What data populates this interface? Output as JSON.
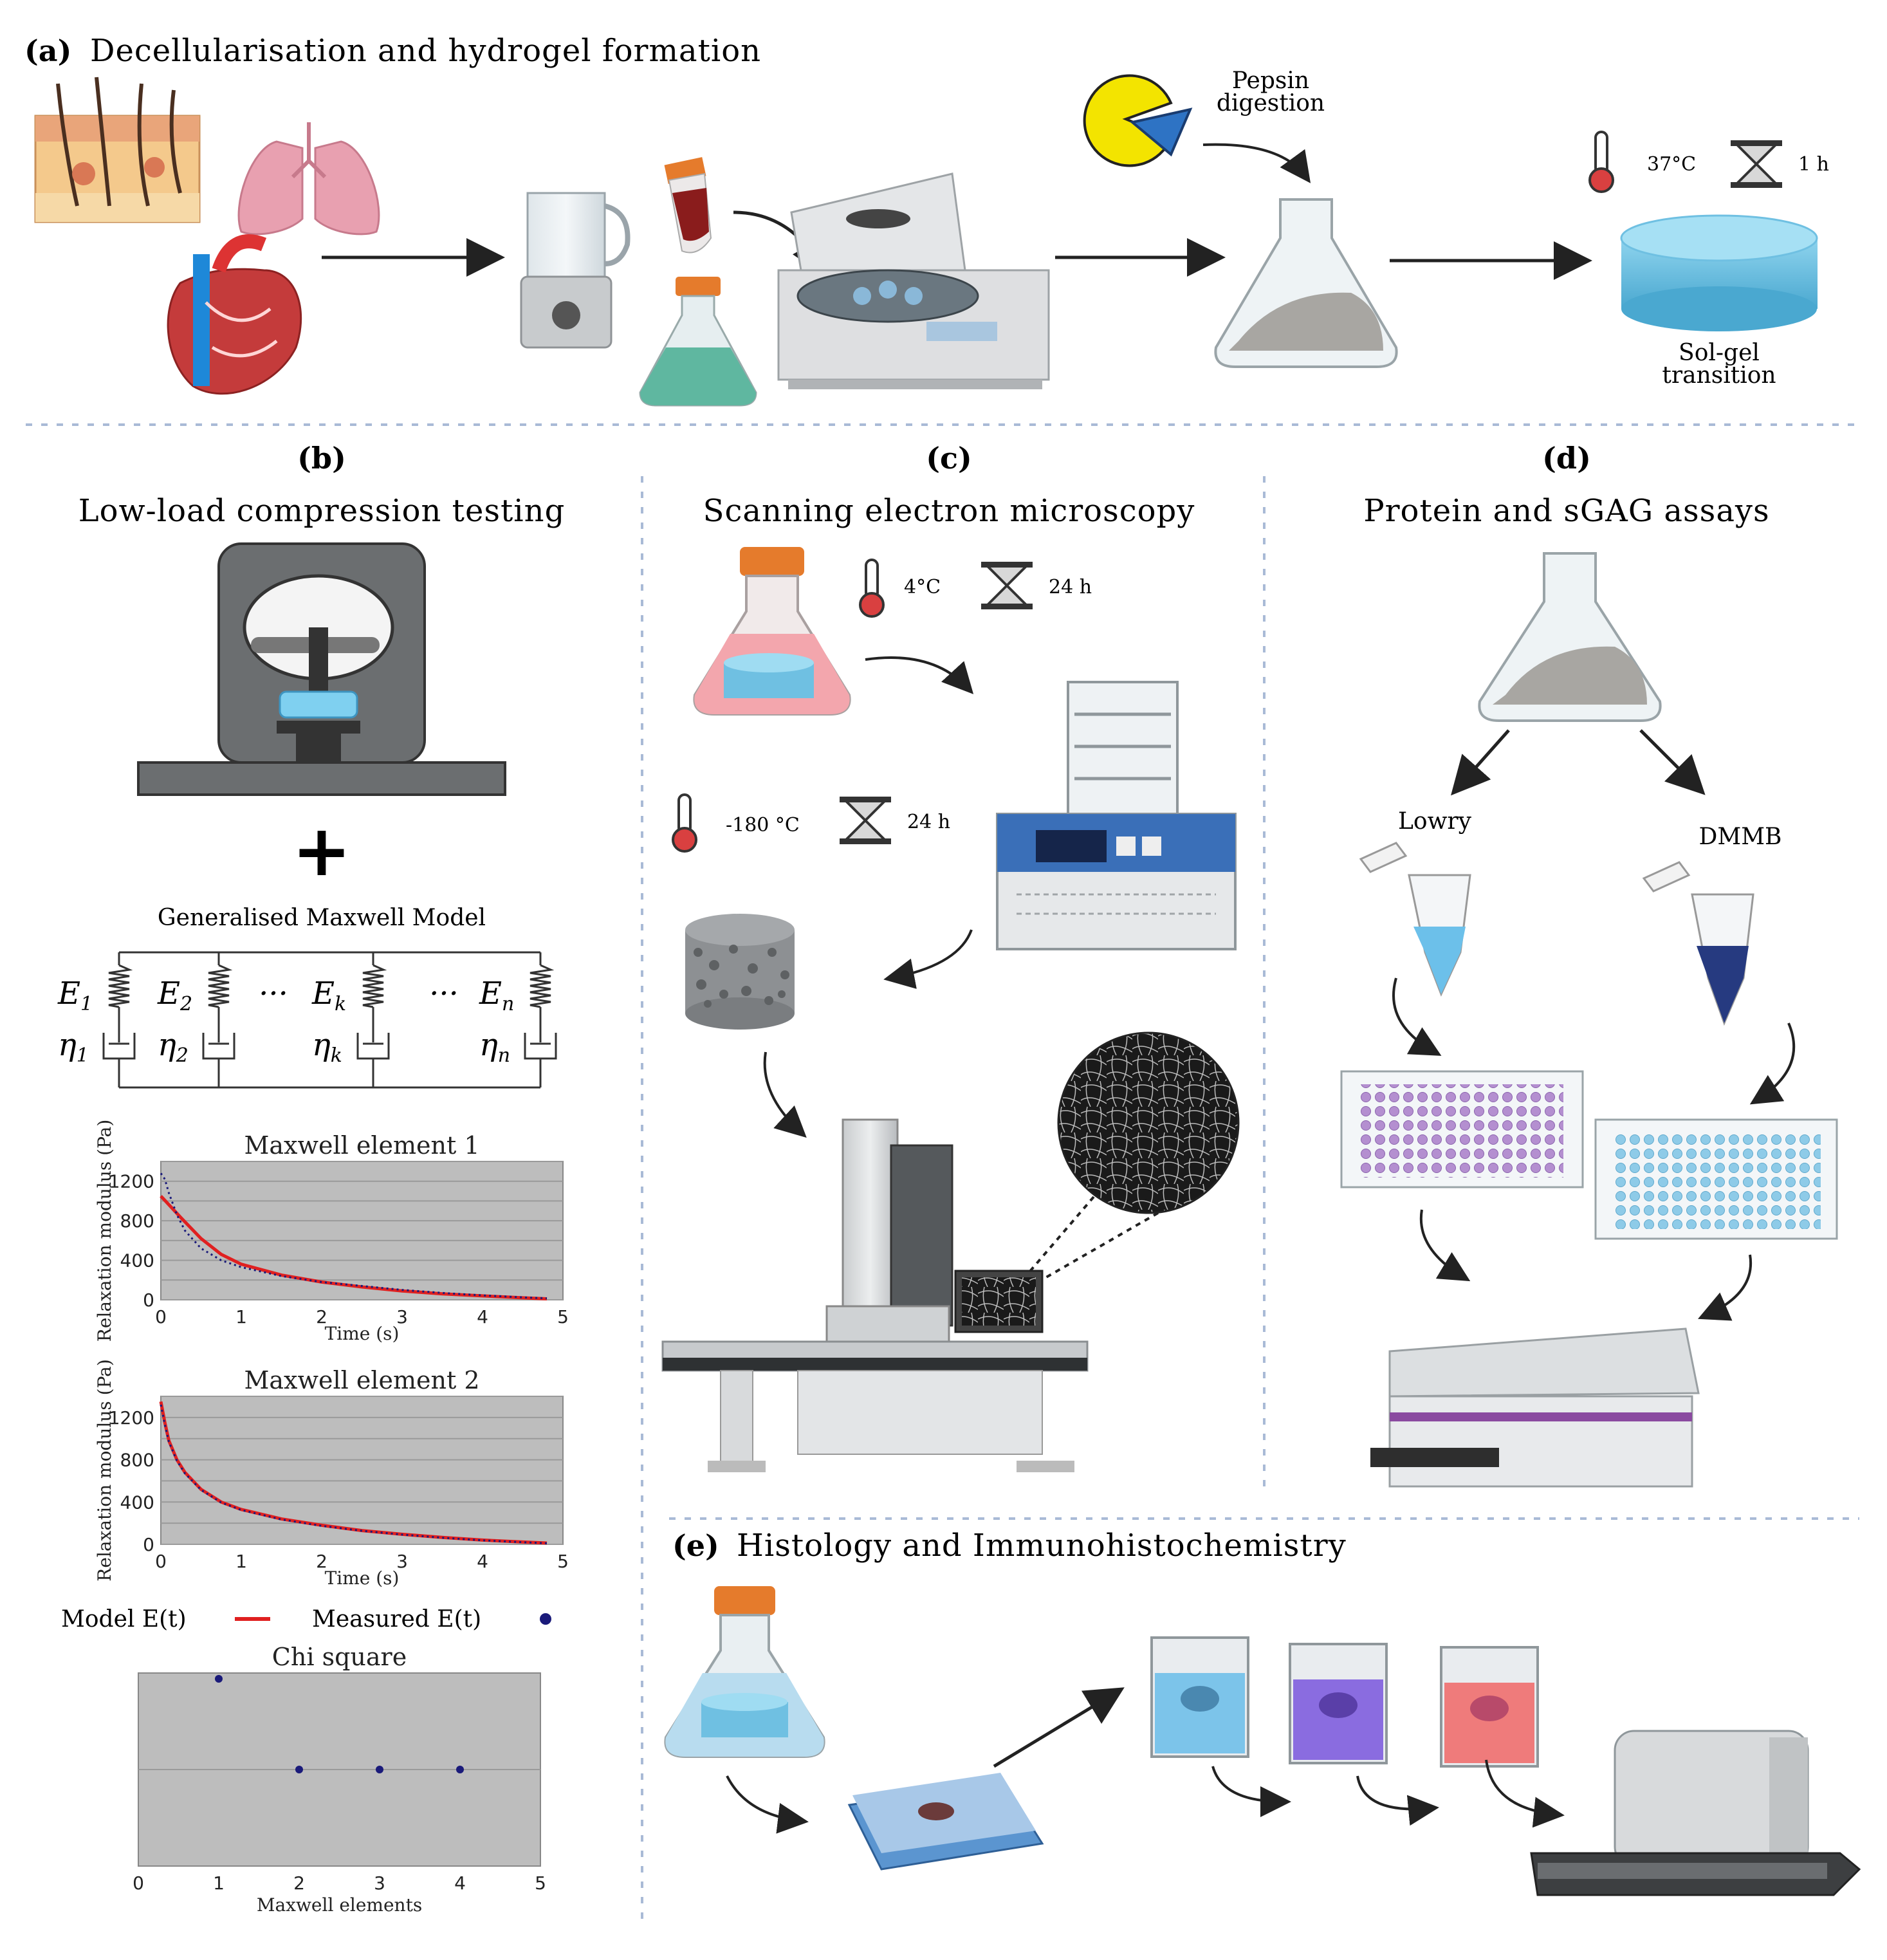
{
  "panels": {
    "a": {
      "letter": "(a)",
      "title": "Decellularisation and hydrogel formation",
      "pepsin": [
        "Pepsin",
        "digestion"
      ],
      "temp": "37°C",
      "time": "1 h",
      "solgel": [
        "Sol-gel",
        "transition"
      ]
    },
    "b": {
      "letter": "(b)",
      "title": "Low-load compression testing",
      "plus": "+",
      "model_title": "Generalised Maxwell Model"
    },
    "c": {
      "letter": "(c)",
      "title": "Scanning electron microscopy",
      "temp1": "4°C",
      "time1": "24 h",
      "temp2": "-180 °C",
      "time2": "24 h"
    },
    "d": {
      "letter": "(d)",
      "title": "Protein and sGAG assays",
      "left_assay": "Lowry",
      "right_assay": "DMMB"
    },
    "e": {
      "letter": "(e)",
      "title": "Histology and Immunohistochemistry"
    }
  },
  "maxwell": {
    "springs": [
      {
        "E": "E",
        "sub": "1"
      },
      {
        "E": "E",
        "sub": "2"
      },
      {
        "E": "E",
        "sub": "k"
      },
      {
        "E": "E",
        "sub": "n"
      }
    ],
    "dashpots": [
      {
        "eta": "η",
        "sub": "1"
      },
      {
        "eta": "η",
        "sub": "2"
      },
      {
        "eta": "η",
        "sub": "k"
      },
      {
        "eta": "η",
        "sub": "n"
      }
    ],
    "ellipsis": "···"
  },
  "legend": {
    "model_label": "Model  E(t)",
    "measured_label": "Measured  E(t)",
    "model_color": "#e02020",
    "measured_color": "#1a1a7a"
  },
  "chart_data": [
    {
      "type": "line",
      "title": "Maxwell element 1",
      "xlabel": "Time (s)",
      "ylabel": "Relaxation modulus (Pa)",
      "xlim": [
        0,
        5
      ],
      "ylim": [
        0,
        1400
      ],
      "xticks": [
        "0",
        "1",
        "2",
        "3",
        "4",
        "5"
      ],
      "yticks": [
        "0",
        "400",
        "800",
        "1200"
      ],
      "grid": true,
      "series": [
        {
          "name": "Model  E(t)",
          "x": [
            0,
            0.25,
            0.5,
            0.75,
            1,
            1.5,
            2,
            2.5,
            3,
            3.5,
            4,
            4.5,
            4.8
          ],
          "y": [
            1050,
            830,
            620,
            460,
            360,
            250,
            180,
            130,
            90,
            60,
            40,
            20,
            10
          ]
        },
        {
          "name": "Measured  E(t)",
          "x": [
            0,
            0.05,
            0.1,
            0.2,
            0.3,
            0.5,
            0.75,
            1,
            1.5,
            2,
            2.5,
            3,
            3.5,
            4,
            4.5,
            4.8
          ],
          "y": [
            1280,
            1220,
            1080,
            860,
            700,
            520,
            400,
            330,
            240,
            180,
            140,
            100,
            70,
            45,
            25,
            15
          ]
        }
      ]
    },
    {
      "type": "line",
      "title": "Maxwell element 2",
      "xlabel": "Time (s)",
      "ylabel": "Relaxation modulus (Pa)",
      "xlim": [
        0,
        5
      ],
      "ylim": [
        0,
        1400
      ],
      "xticks": [
        "0",
        "1",
        "2",
        "3",
        "4",
        "5"
      ],
      "yticks": [
        "0",
        "400",
        "800",
        "1200"
      ],
      "grid": true,
      "series": [
        {
          "name": "Model  E(t)",
          "x": [
            0,
            0.05,
            0.1,
            0.2,
            0.3,
            0.5,
            0.75,
            1,
            1.5,
            2,
            2.5,
            3,
            3.5,
            4,
            4.5,
            4.8
          ],
          "y": [
            1350,
            1150,
            980,
            800,
            680,
            520,
            400,
            330,
            240,
            180,
            130,
            95,
            65,
            40,
            22,
            12
          ]
        },
        {
          "name": "Measured  E(t)",
          "x": [
            0,
            0.05,
            0.1,
            0.2,
            0.3,
            0.5,
            0.75,
            1,
            1.5,
            2,
            2.5,
            3,
            3.5,
            4,
            4.5,
            4.8
          ],
          "y": [
            1320,
            1130,
            970,
            790,
            670,
            515,
            395,
            325,
            235,
            175,
            128,
            92,
            62,
            38,
            20,
            10
          ]
        }
      ]
    },
    {
      "type": "scatter",
      "title": "Chi square",
      "xlabel": "Maxwell elements",
      "ylabel": "",
      "xlim": [
        0,
        5
      ],
      "ylim": [
        0,
        1
      ],
      "xticks": [
        "0",
        "1",
        "2",
        "3",
        "4",
        "5"
      ],
      "grid": true,
      "points": [
        {
          "x": 1,
          "y": 0.97
        },
        {
          "x": 2,
          "y": 0.5
        },
        {
          "x": 3,
          "y": 0.5
        },
        {
          "x": 4,
          "y": 0.5
        }
      ]
    }
  ]
}
